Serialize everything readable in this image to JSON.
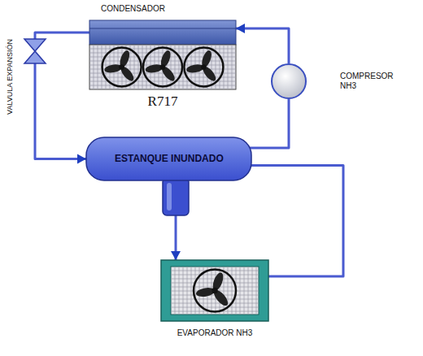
{
  "diagram": {
    "nodes": [
      {
        "text": [
          "CONDENSADOR",
          "R717"
        ]
      },
      {
        "text": [
          "COMPRESOR NH3"
        ]
      },
      {
        "text": [
          "VALVULA EXPANSIÓN"
        ]
      },
      {
        "text": [
          "ESTANQUE INUNDADO"
        ]
      },
      {
        "text": [
          "EVAPORADOR NH3"
        ]
      }
    ],
    "edges": [
      {
        "from": 0,
        "to": 2,
        "arrow": "none"
      },
      {
        "from": 2,
        "to": 3,
        "arrow": "to"
      },
      {
        "from": 1,
        "to": 0,
        "arrow": "to"
      },
      {
        "from": 3,
        "to": 1,
        "arrow": "none"
      },
      {
        "from": 3,
        "to": 4,
        "arrow": "to"
      },
      {
        "from": 4,
        "to": 3,
        "arrow": "none"
      }
    ]
  }
}
